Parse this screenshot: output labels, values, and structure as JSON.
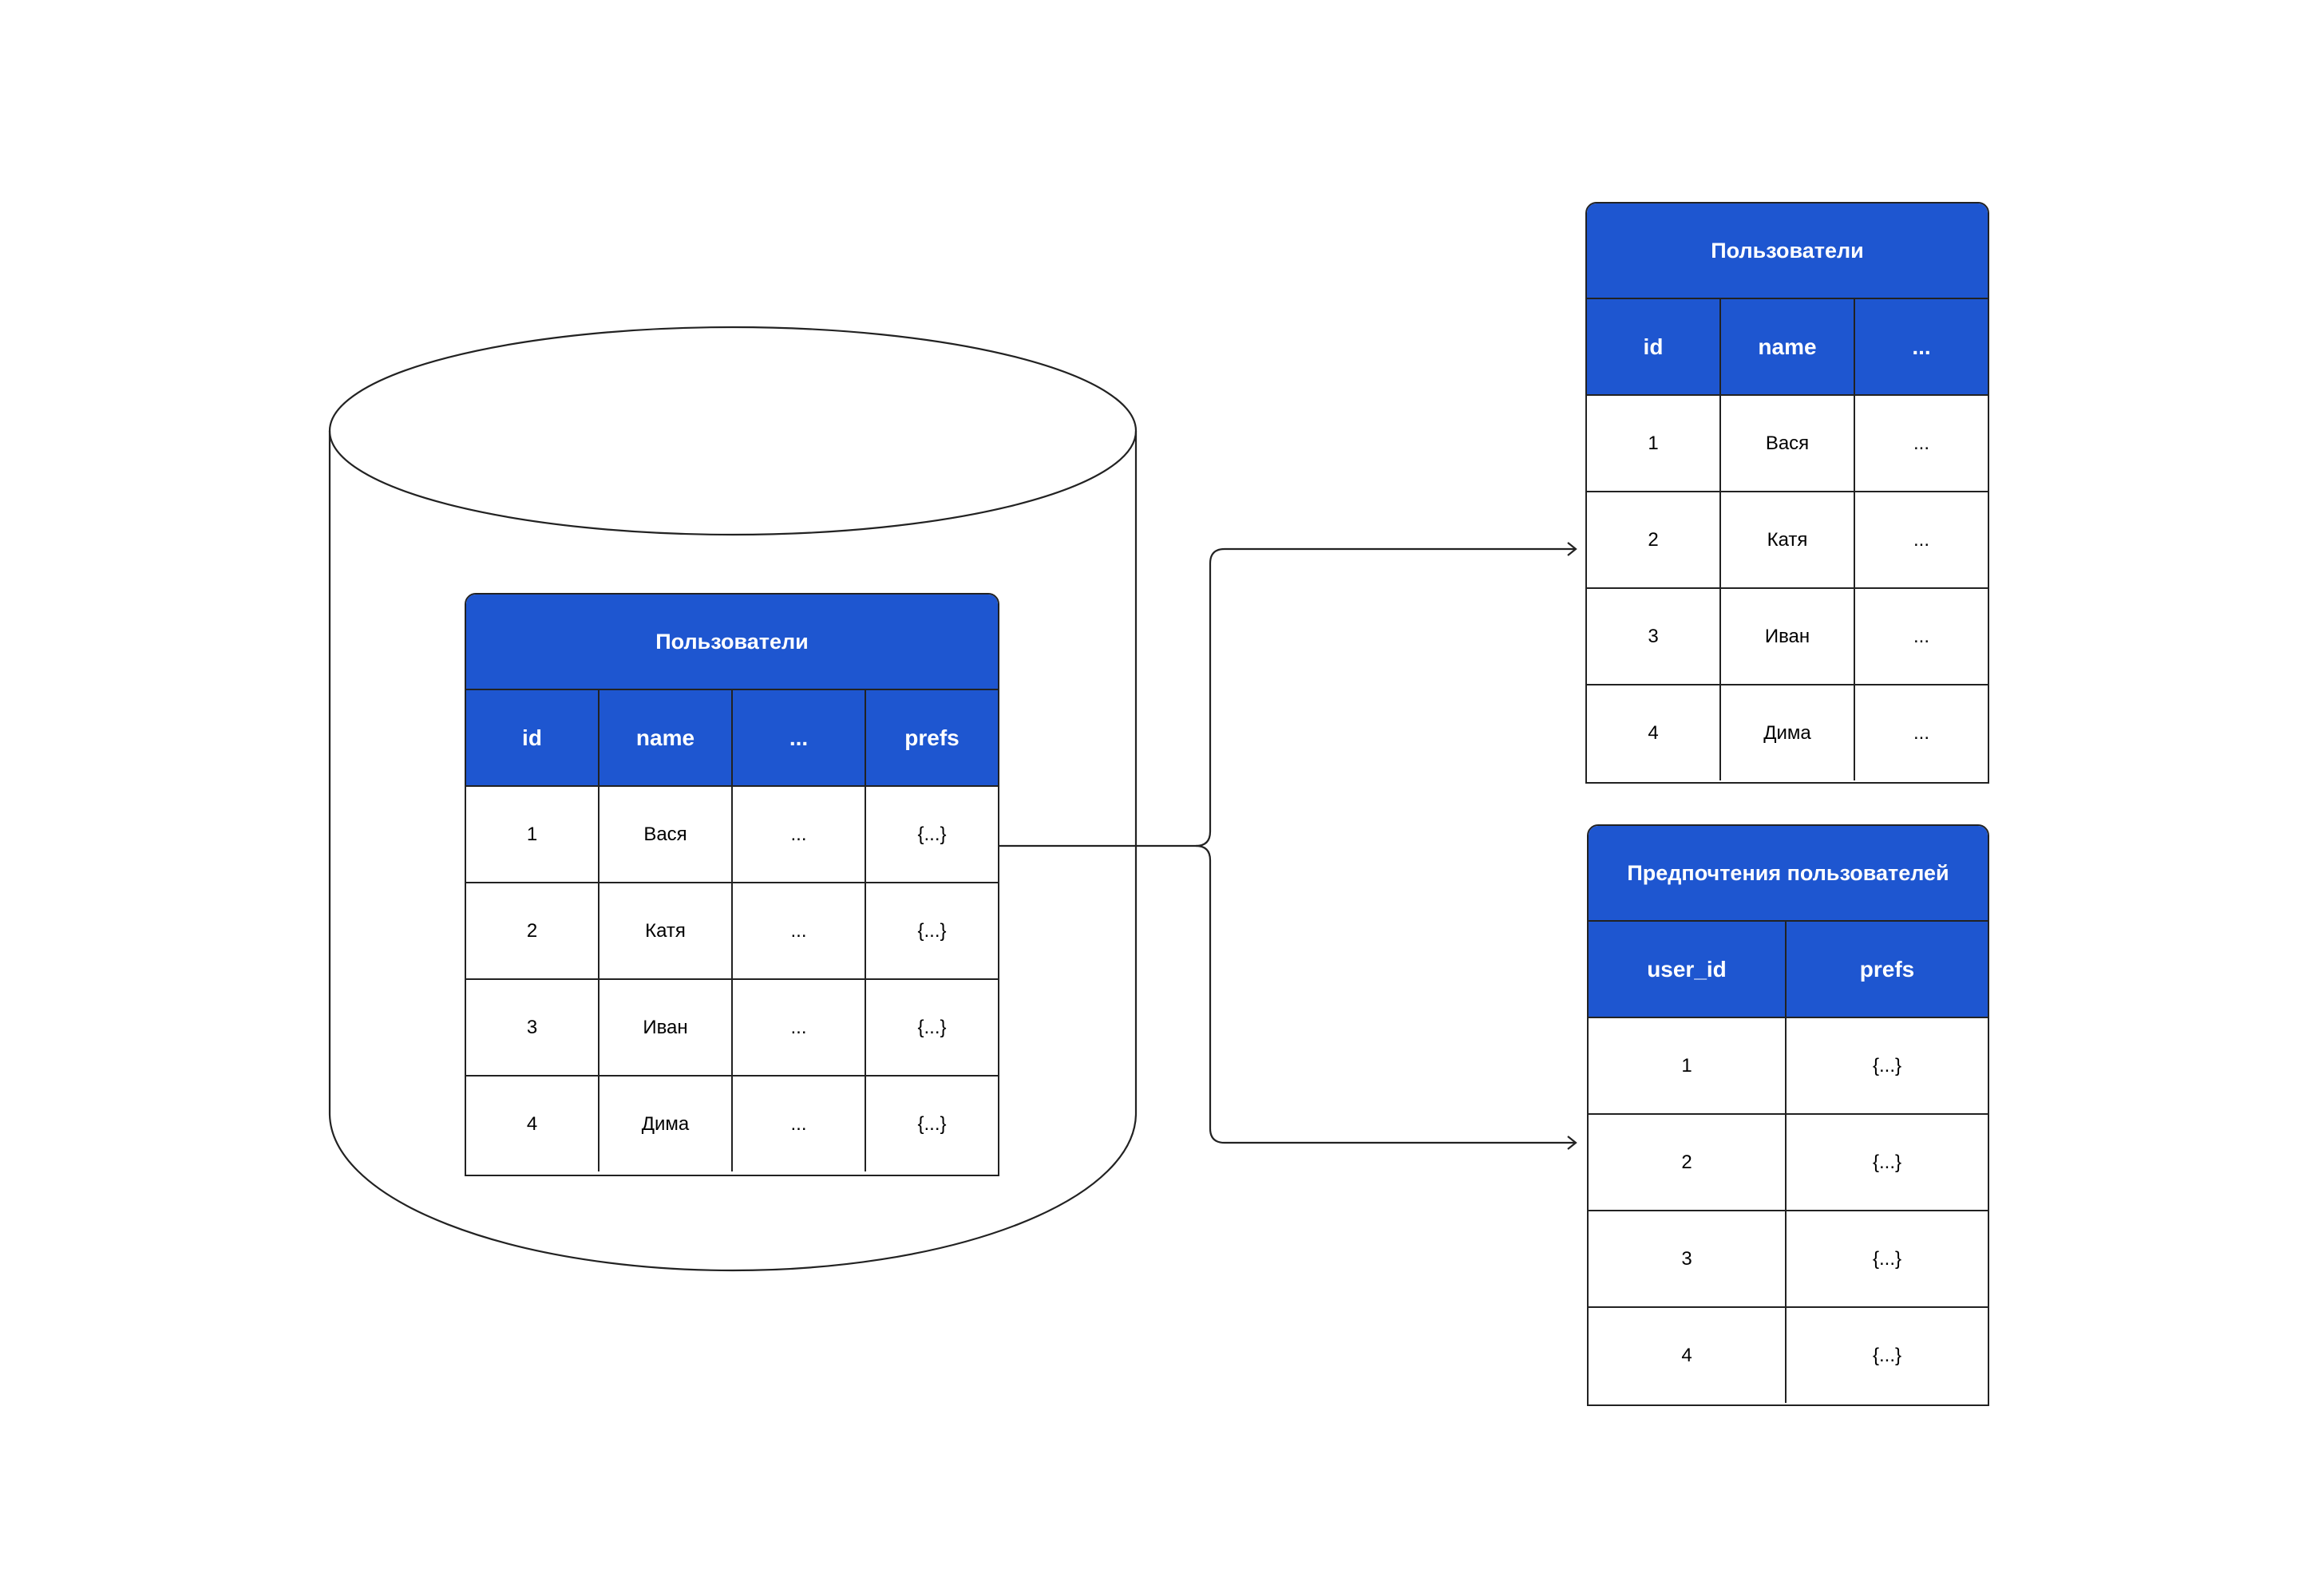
{
  "colors": {
    "header": "#1E56D0",
    "stroke": "#222222",
    "background": "#FFFFFF"
  },
  "source_table": {
    "title": "Пользователи",
    "columns": [
      "id",
      "name",
      "...",
      "prefs"
    ],
    "rows": [
      [
        "1",
        "Вася",
        "...",
        "{...}"
      ],
      [
        "2",
        "Катя",
        "...",
        "{...}"
      ],
      [
        "3",
        "Иван",
        "...",
        "{...}"
      ],
      [
        "4",
        "Дима",
        "...",
        "{...}"
      ]
    ]
  },
  "users_table": {
    "title": "Пользователи",
    "columns": [
      "id",
      "name",
      "..."
    ],
    "rows": [
      [
        "1",
        "Вася",
        "..."
      ],
      [
        "2",
        "Катя",
        "..."
      ],
      [
        "3",
        "Иван",
        "..."
      ],
      [
        "4",
        "Дима",
        "..."
      ]
    ]
  },
  "prefs_table": {
    "title": "Предпочтения пользователей",
    "columns": [
      "user_id",
      "prefs"
    ],
    "rows": [
      [
        "1",
        "{...}"
      ],
      [
        "2",
        "{...}"
      ],
      [
        "3",
        "{...}"
      ],
      [
        "4",
        "{...}"
      ]
    ]
  }
}
